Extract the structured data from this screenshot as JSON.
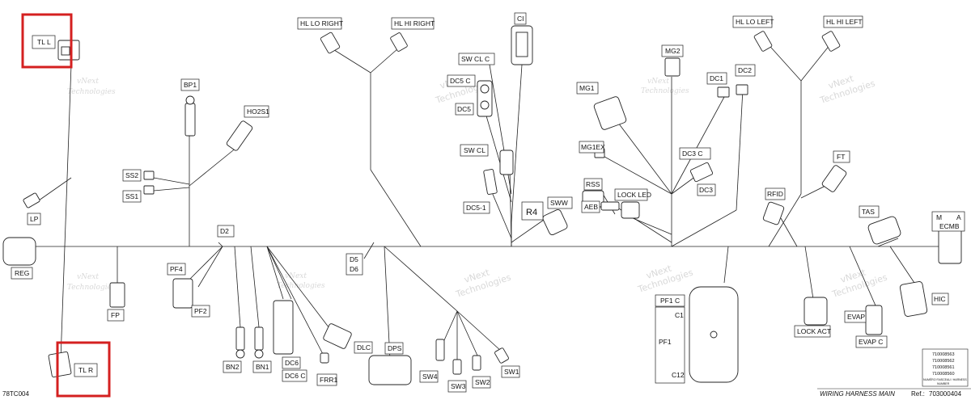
{
  "labels": {
    "tl_l": "TL  L",
    "tl_r": "TL  R",
    "hl_lo_right": "HL  LO RIGHT",
    "hl_hi_right": "HL  HI RIGHT",
    "ci": "CI",
    "hl_lo_left": "HL  LO LEFT",
    "hl_hi_left": "HL  HI LEFT",
    "mg2": "MG2",
    "dc1": "DC1",
    "dc2": "DC2",
    "sw_cl_c": "SW  CL  C",
    "dc5_c": "DC5  C",
    "dc5": "DC5",
    "bp1": "BP1",
    "ho2s1": "HO2S1",
    "mg1": "MG1",
    "mg1ex": "MG1EX",
    "sw_cl": "SW  CL",
    "dc3_c": "DC3  C",
    "dc3": "DC3",
    "ft": "FT",
    "ss2": "SS2",
    "ss1": "SS1",
    "rss": "RSS",
    "lock_led": "LOCK LED",
    "rfid": "RFID",
    "lp": "LP",
    "dc5_1": "DC5-1",
    "r4": "R4",
    "sww": "SWW",
    "aeb": "AEB",
    "tas": "TAS",
    "m": "M",
    "a": "A",
    "ecmb": "ECMB",
    "reg": "REG",
    "d2": "D2",
    "d5": "D5",
    "d6": "D6",
    "pf4": "PF4",
    "pf2": "PF2",
    "fp": "FP",
    "pf1_c": "PF1  C",
    "c1": "C1",
    "pf1": "PF1",
    "c12": "C12",
    "hic": "HIC",
    "lock_act": "LOCK  ACT",
    "evap": "EVAP",
    "evap_c": "EVAP  C",
    "dlc": "DLC",
    "dps": "DPS",
    "bn2": "BN2",
    "bn1": "BN1",
    "dc6": "DC6",
    "dc6_c": "DC6  C",
    "frr1": "FRR1",
    "sw4": "SW4",
    "sw3": "SW3",
    "sw2": "SW2",
    "sw1": "SW1"
  },
  "watermark": {
    "line1": "vNext",
    "line2": "Technologies"
  },
  "footer": {
    "code": "78TC004",
    "title": "WIRING HARNESS  MAIN",
    "ref_label": "Ref.:",
    "ref_value": "703000404",
    "part_numbers": [
      "710008563",
      "710008562",
      "710008561",
      "710008560"
    ],
    "note_line1": "NUMÉRO FAISCEAU / HARNESS",
    "note_line2": "NUMBER"
  },
  "highlight_color": "#d42020"
}
